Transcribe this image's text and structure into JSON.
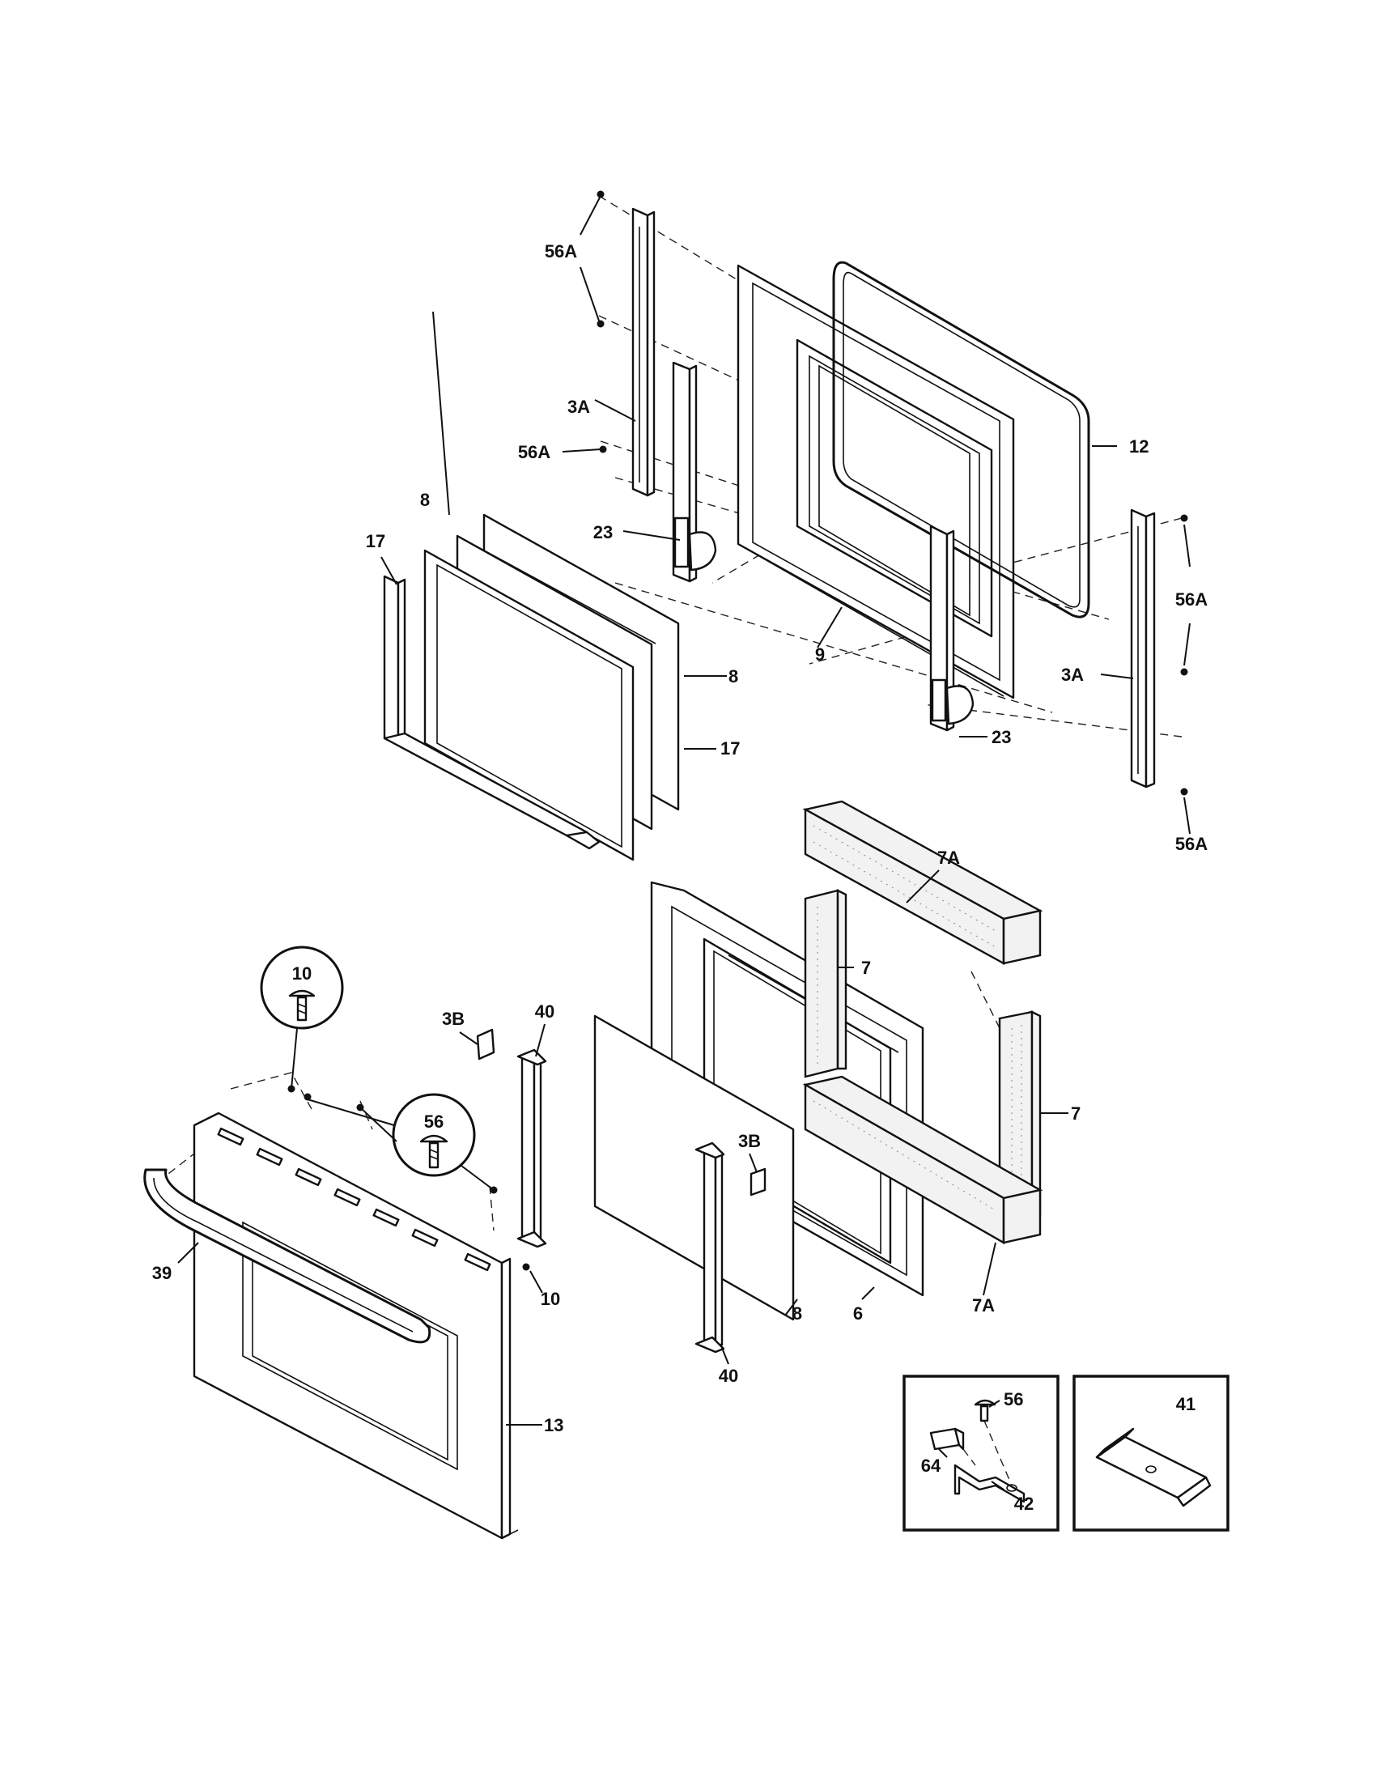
{
  "diagram": {
    "callouts": [
      {
        "id": "56A-top",
        "text": "56A"
      },
      {
        "id": "3A-left",
        "text": "3A"
      },
      {
        "id": "56A-mid",
        "text": "56A"
      },
      {
        "id": "12",
        "text": "12"
      },
      {
        "id": "8-top",
        "text": "8"
      },
      {
        "id": "17-left",
        "text": "17"
      },
      {
        "id": "23-left",
        "text": "23"
      },
      {
        "id": "56A-right",
        "text": "56A"
      },
      {
        "id": "8-right",
        "text": "8"
      },
      {
        "id": "9",
        "text": "9"
      },
      {
        "id": "3A-right",
        "text": "3A"
      },
      {
        "id": "17-right",
        "text": "17"
      },
      {
        "id": "23-right",
        "text": "23"
      },
      {
        "id": "56A-bottom",
        "text": "56A"
      },
      {
        "id": "7A-top",
        "text": "7A"
      },
      {
        "id": "7-top",
        "text": "7"
      },
      {
        "id": "7-right",
        "text": "7"
      },
      {
        "id": "7A-bottom",
        "text": "7A"
      },
      {
        "id": "10-circle",
        "text": "10"
      },
      {
        "id": "3B-left",
        "text": "3B"
      },
      {
        "id": "40-top",
        "text": "40"
      },
      {
        "id": "56-circle",
        "text": "56"
      },
      {
        "id": "3B-right",
        "text": "3B"
      },
      {
        "id": "39",
        "text": "39"
      },
      {
        "id": "10-right",
        "text": "10"
      },
      {
        "id": "8-bottom",
        "text": "8"
      },
      {
        "id": "6",
        "text": "6"
      },
      {
        "id": "40-bottom",
        "text": "40"
      },
      {
        "id": "13",
        "text": "13"
      },
      {
        "id": "56-inset",
        "text": "56"
      },
      {
        "id": "64",
        "text": "64"
      },
      {
        "id": "42",
        "text": "42"
      },
      {
        "id": "41",
        "text": "41"
      }
    ]
  }
}
